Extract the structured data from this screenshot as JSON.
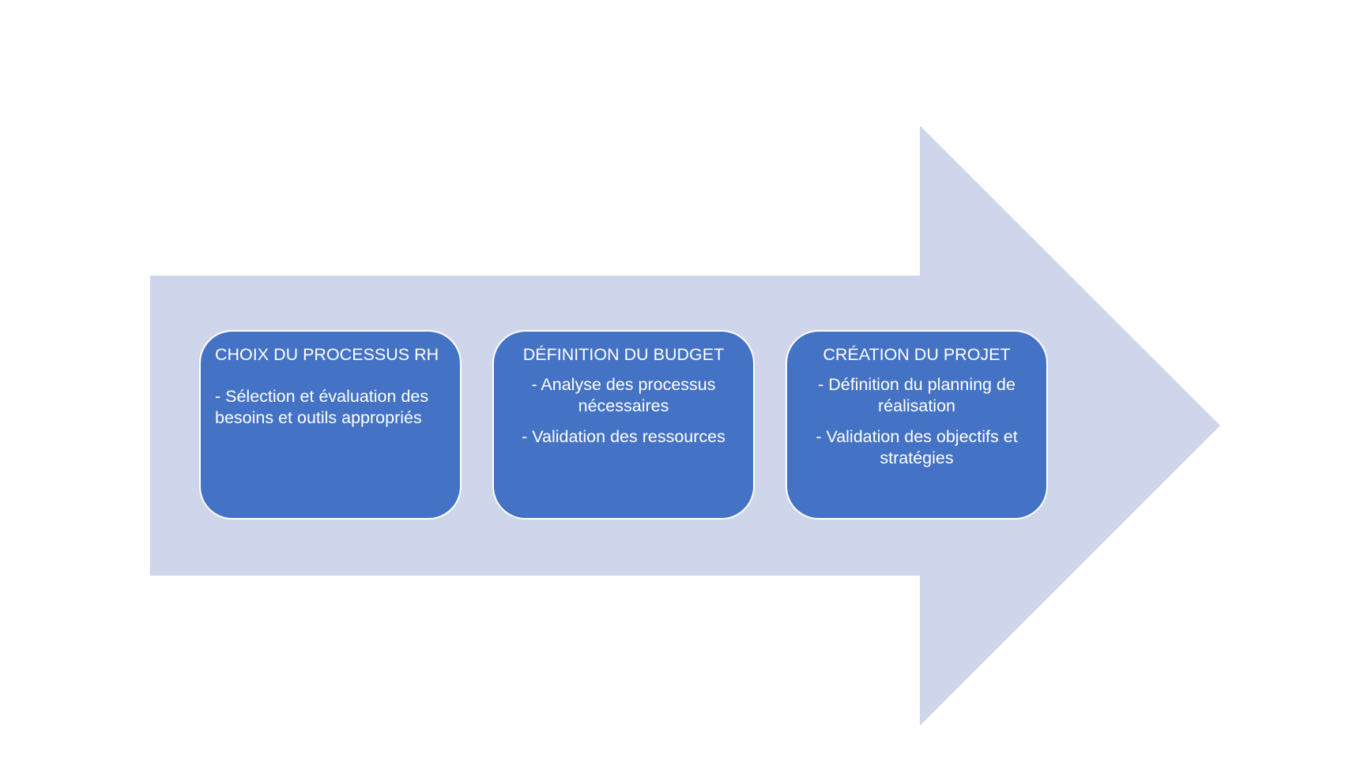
{
  "diagram": {
    "colors": {
      "arrow_fill": "#cfd5ea",
      "box_fill": "#4472c4",
      "box_border": "#ffffff",
      "text": "#ffffff"
    },
    "steps": [
      {
        "title": "CHOIX DU PROCESSUS RH",
        "items": [
          "- Sélection et évaluation des besoins et outils appropriés"
        ]
      },
      {
        "title": "DÉFINITION DU BUDGET",
        "items": [
          "- Analyse des processus nécessaires",
          "- Validation des ressources"
        ]
      },
      {
        "title": "CRÉATION DU PROJET",
        "items": [
          "- Définition du planning de réalisation",
          "- Validation des objectifs et stratégies"
        ]
      }
    ]
  }
}
